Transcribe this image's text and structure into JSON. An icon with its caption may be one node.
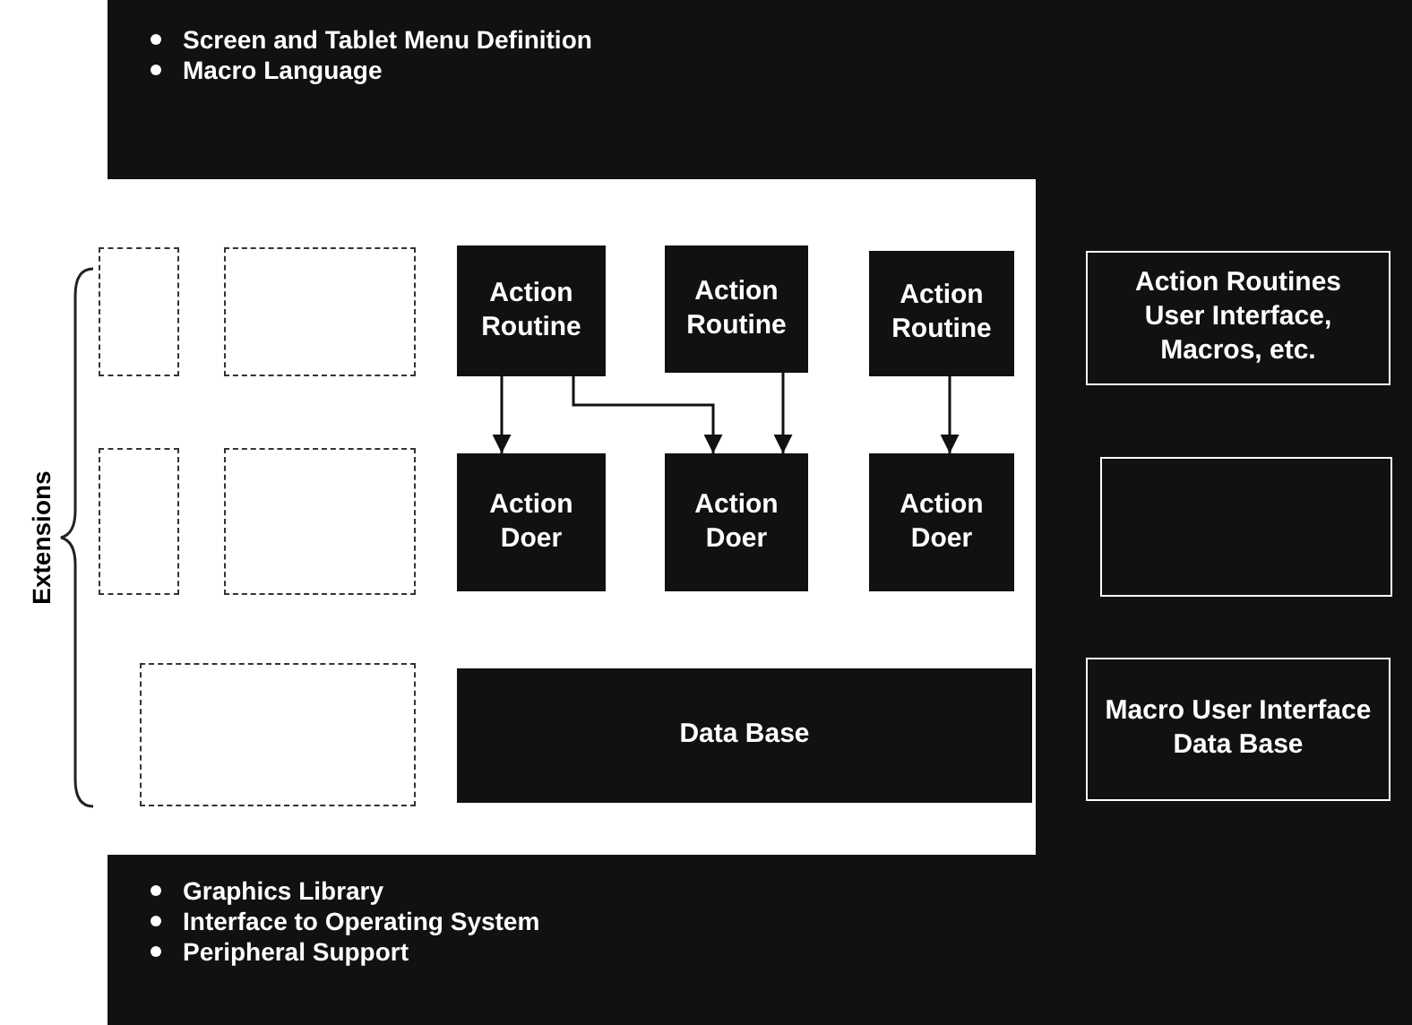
{
  "diagram": {
    "nodes": [
      {
        "text": [
          "Screen and Tablet Menu Definition",
          "Macro Language"
        ]
      },
      {
        "text": [],
        "shape": "box"
      },
      {
        "text": [],
        "shape": "box"
      },
      {
        "text": [
          "Action Routine"
        ]
      },
      {
        "text": [
          "Action Routine"
        ]
      },
      {
        "text": [
          "Action Routine"
        ]
      },
      {
        "text": [
          "Action Routines User Interface, Macros, etc."
        ]
      },
      {
        "text": [],
        "shape": "box"
      },
      {
        "text": [],
        "shape": "box"
      },
      {
        "text": [
          "Action Doer"
        ]
      },
      {
        "text": [
          "Action Doer"
        ]
      },
      {
        "text": [
          "Action Doer"
        ]
      },
      {
        "text": [],
        "shape": "box"
      },
      {
        "text": [],
        "shape": "box"
      },
      {
        "text": [
          "Data Base"
        ]
      },
      {
        "text": [
          "Macro User Interface Data Base"
        ]
      },
      {
        "text": [
          "Graphics Library",
          "Interface to Operating System",
          "Peripheral Support"
        ]
      }
    ],
    "edges": [
      {
        "from": 3,
        "to": 9,
        "arrow": "to"
      },
      {
        "from": 3,
        "to": 10,
        "arrow": "to"
      },
      {
        "from": 4,
        "to": 10,
        "arrow": "to"
      },
      {
        "from": 5,
        "to": 11,
        "arrow": "to"
      }
    ],
    "labels": [
      "Extensions"
    ]
  }
}
